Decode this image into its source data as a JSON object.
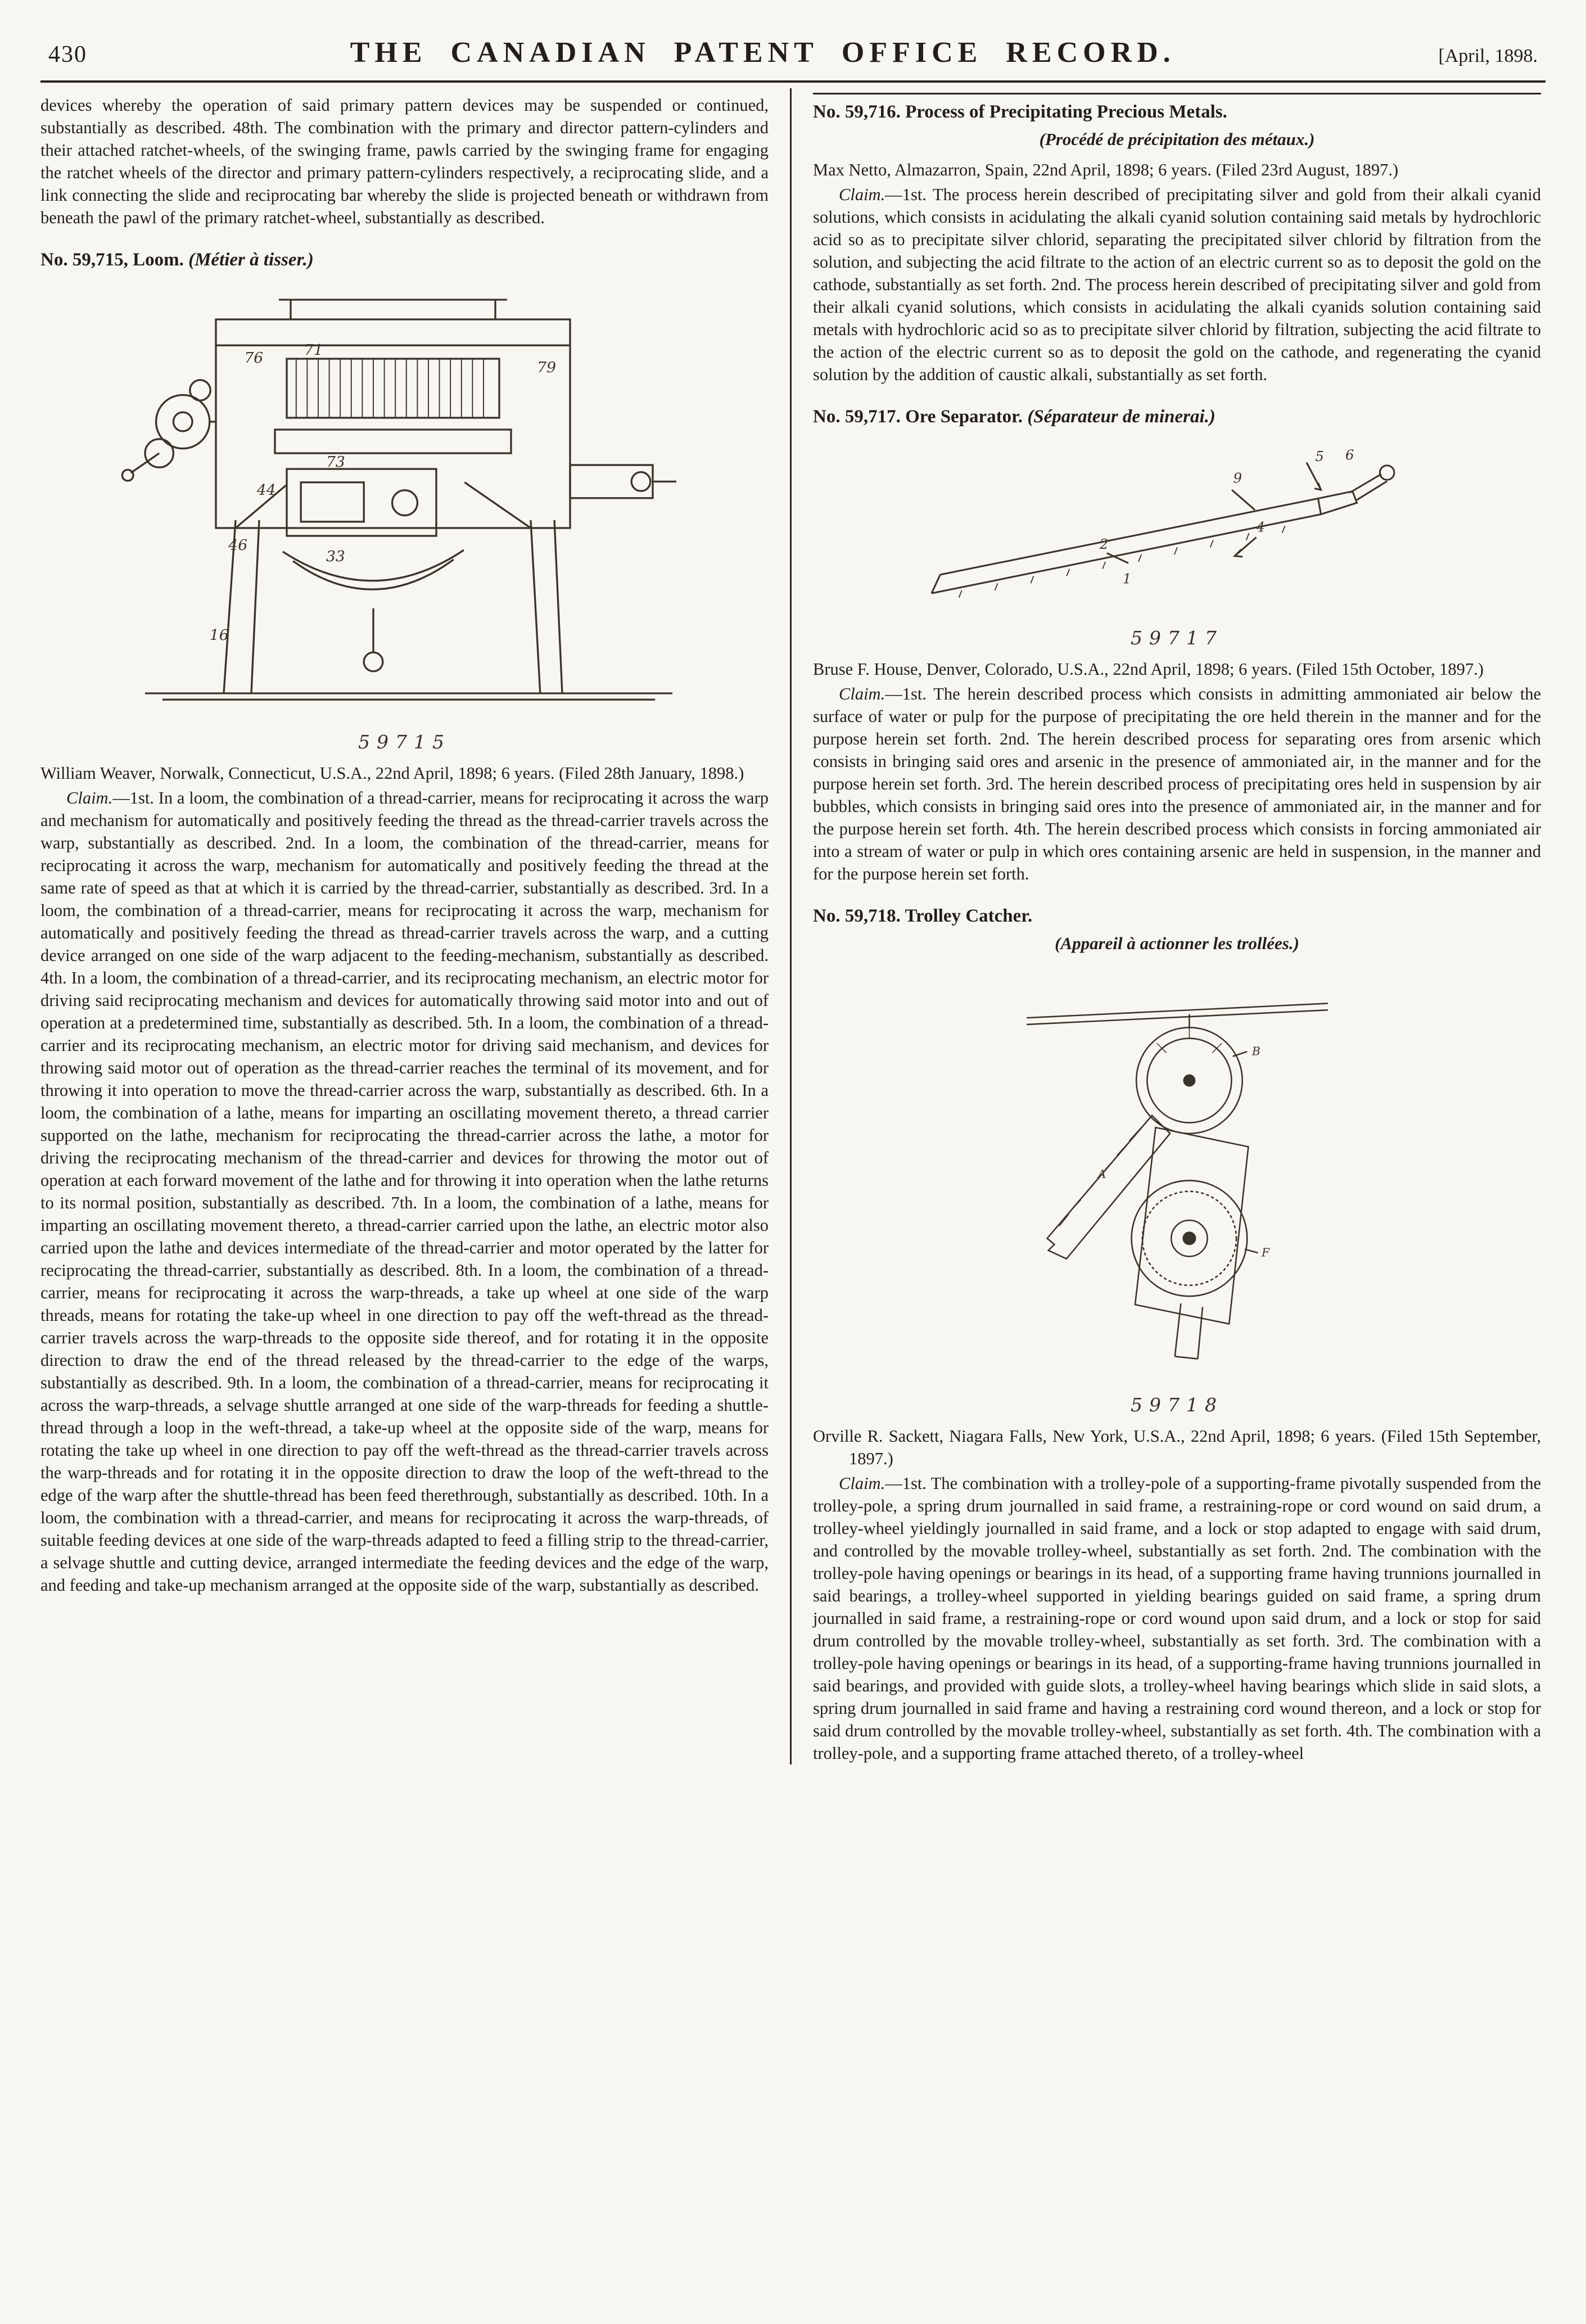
{
  "page": {
    "number": "430",
    "title": "THE  CANADIAN  PATENT  OFFICE  RECORD.",
    "date": "[April, 1898."
  },
  "left": {
    "continuation": "devices whereby the operation of said primary pattern devices may be suspended or continued, substantially as described.  48th. The combination with the primary and director pattern-cylinders and their attached ratchet-wheels, of the swinging frame, pawls carried by the swinging frame for engaging the ratchet wheels of the director and primary pattern-cylinders respectively, a reciprocating slide, and a link connecting the slide and reciprocating bar whereby the slide is projected beneath or withdrawn from beneath the pawl of the primary ratchet-wheel, substantially as described.",
    "p59715": {
      "number_title": "No. 59,715,  Loom.",
      "title_fr": "(Métier à tisser.)",
      "figure_caption": "59715",
      "figure_labels": [
        "76",
        "71",
        "79",
        "73",
        "44",
        "46",
        "16",
        "33"
      ],
      "inventor": "William Weaver, Norwalk, Connecticut, U.S.A., 22nd April, 1898; 6 years.  (Filed 28th January, 1898.)",
      "claim_label": "Claim.",
      "claim_text": "—1st. In a loom, the combination of a thread-carrier, means for reciprocating it across the warp and mechanism for automatically and positively feeding the thread as the thread-carrier travels across the warp, substantially as described.  2nd. In a loom, the combination of the thread-carrier, means for reciprocating it across the warp, mechanism for automatically and positively feeding the thread at the same rate of speed as that at which it is carried by the thread-carrier, substantially as described.  3rd. In a loom, the combination of a thread-carrier, means for reciprocating it across the warp, mechanism for automatically and positively feeding the thread as thread-carrier travels across the warp, and a cutting device arranged on one side of the warp adjacent to the feeding-mechanism, substantially as described.  4th. In a loom, the combination of a thread-carrier, and its reciprocating mechanism, an electric motor for driving said reciprocating mechanism and devices for automatically throwing said motor into and out of operation at a predetermined time, substantially as described.  5th. In a loom, the combination of a thread-carrier and its reciprocating mechanism, an electric motor for driving said mechanism, and devices for throwing said motor out of operation as the thread-carrier reaches the terminal of its movement, and for throwing it into operation to move the thread-carrier across the warp, substantially as described.  6th. In a loom, the combination of a lathe, means for imparting an oscillating movement thereto, a thread carrier supported on the lathe, mechanism for reciprocating the thread-carrier across the lathe, a motor for driving the reciprocating mechanism of the thread-carrier and devices for throwing the motor out of operation at each forward movement of the lathe and for throwing it into operation when the lathe returns to its normal position, substantially as described.  7th. In a loom, the combination of a lathe, means for imparting an oscillating movement thereto, a thread-carrier carried upon the lathe, an electric motor also carried upon the lathe and devices intermediate of the thread-carrier and motor operated by the latter for reciprocating the thread-carrier, substantially as described.  8th. In a loom, the combination of a thread-carrier, means for reciprocating it across the warp-threads, a take up wheel at one side of the warp threads, means for rotating the take-up wheel in one direction to pay off the weft-thread as the thread-carrier travels across the warp-threads to the opposite side thereof, and for rotating it in the opposite direction to draw the end of the thread released by the thread-carrier to the edge of the warps, substantially as described.  9th. In a loom, the combination of a thread-carrier, means for reciprocating it across the warp-threads, a selvage shuttle arranged at one side of the warp-threads for feeding a shuttle-thread through a loop in the weft-thread, a take-up wheel at the opposite side of the warp, means for rotating the take up wheel in one direction to pay off the weft-thread as the thread-carrier travels across the warp-threads and for rotating it in the opposite direction to draw the loop of the weft-thread to the edge of the warp after the shuttle-thread has been feed therethrough, substantially as described.  10th. In a loom, the combination with a thread-carrier, and means for reciprocating it across the warp-threads, of suitable feeding devices at one side of the warp-threads adapted to feed a filling strip to the thread-carrier, a selvage shuttle and cutting device, arranged intermediate the feeding devices and the edge of the warp, and feeding and take-up mechanism arranged at the opposite side of the warp, substantially as described."
    }
  },
  "right": {
    "p59716": {
      "number_title": "No. 59,716.  Process of Precipitating Precious Metals.",
      "title_fr": "(Procédé de précipitation des métaux.)",
      "inventor": "Max Netto, Almazarron, Spain, 22nd April, 1898; 6 years.  (Filed 23rd August, 1897.)",
      "claim_label": "Claim.",
      "claim_text": "—1st. The process herein described of precipitating silver and gold from their alkali cyanid solutions, which consists in acidulating the alkali cyanid solution containing said metals by hydrochloric acid so as to precipitate silver chlorid, separating the precipitated silver chlorid by filtration from the solution, and subjecting the acid filtrate to the action of an electric current so as to deposit the gold on the cathode, substantially as set forth.  2nd. The process herein described of precipitating silver and gold from their alkali cyanid solutions, which consists in acidulating the alkali cyanids solution containing said metals with hydrochloric acid so as to precipitate silver chlorid by filtration, subjecting the acid filtrate to the action of the electric current so as to deposit the gold on the cathode, and regenerating the cyanid solution by the addition of caustic alkali, substantially as set forth."
    },
    "p59717": {
      "number_title": "No. 59,717.  Ore Separator.",
      "title_fr": "(Séparateur de minerai.)",
      "figure_caption": "59717",
      "figure_labels": [
        "9",
        "5",
        "6",
        "2",
        "1",
        "4"
      ],
      "inventor": "Bruse F. House, Denver, Colorado, U.S.A., 22nd April, 1898; 6 years.  (Filed 15th October, 1897.)",
      "claim_label": "Claim.",
      "claim_text": "—1st. The herein described process which consists in admitting ammoniated air below the surface of water or pulp for the purpose of precipitating the ore held therein in the manner and for the purpose herein set forth.  2nd. The herein described process for separating ores from arsenic which consists in bringing said ores and arsenic in the presence of ammoniated air, in the manner and for the purpose herein set forth.  3rd. The herein described process of precipitating ores held in suspension by air bubbles, which consists in bringing said ores into the presence of ammoniated air, in the manner and for the purpose herein set forth.  4th. The herein described process which consists in forcing ammoniated air into a stream of water or pulp in which ores containing arsenic are held in suspension, in the manner and for the purpose herein set forth."
    },
    "p59718": {
      "number_title": "No. 59,718.  Trolley Catcher.",
      "title_fr": "(Appareil à actionner les trollées.)",
      "figure_caption": "59718",
      "figure_labels": [
        "B",
        "A",
        "F"
      ],
      "inventor": "Orville R. Sackett, Niagara Falls, New York, U.S.A., 22nd April, 1898; 6 years.  (Filed 15th September, 1897.)",
      "claim_label": "Claim.",
      "claim_text": "—1st. The combination with a trolley-pole of a supporting-frame pivotally suspended from the trolley-pole, a spring drum journalled in said frame, a restraining-rope or cord wound on said drum, a trolley-wheel yieldingly journalled in said frame, and a lock or stop adapted to engage with said drum, and controlled by the movable trolley-wheel, substantially as set forth.  2nd. The combination with the trolley-pole having openings or bearings in its head, of a supporting frame having trunnions journalled in said bearings, a trolley-wheel supported in yielding bearings guided on said frame, a spring drum journalled in said frame, a restraining-rope or cord wound upon said drum, and a lock or stop for said drum controlled by the movable trolley-wheel, substantially as set forth.  3rd. The combination with a trolley-pole having openings or bearings in its head, of a supporting-frame having trunnions journalled in said bearings, and provided with guide slots, a trolley-wheel having bearings which slide in said slots, a spring drum journalled in said frame and having a restraining cord wound thereon, and a lock or stop for said drum controlled by the movable trolley-wheel, substantially as set forth.  4th. The combination with a trolley-pole, and a supporting frame attached thereto, of a trolley-wheel"
    }
  }
}
